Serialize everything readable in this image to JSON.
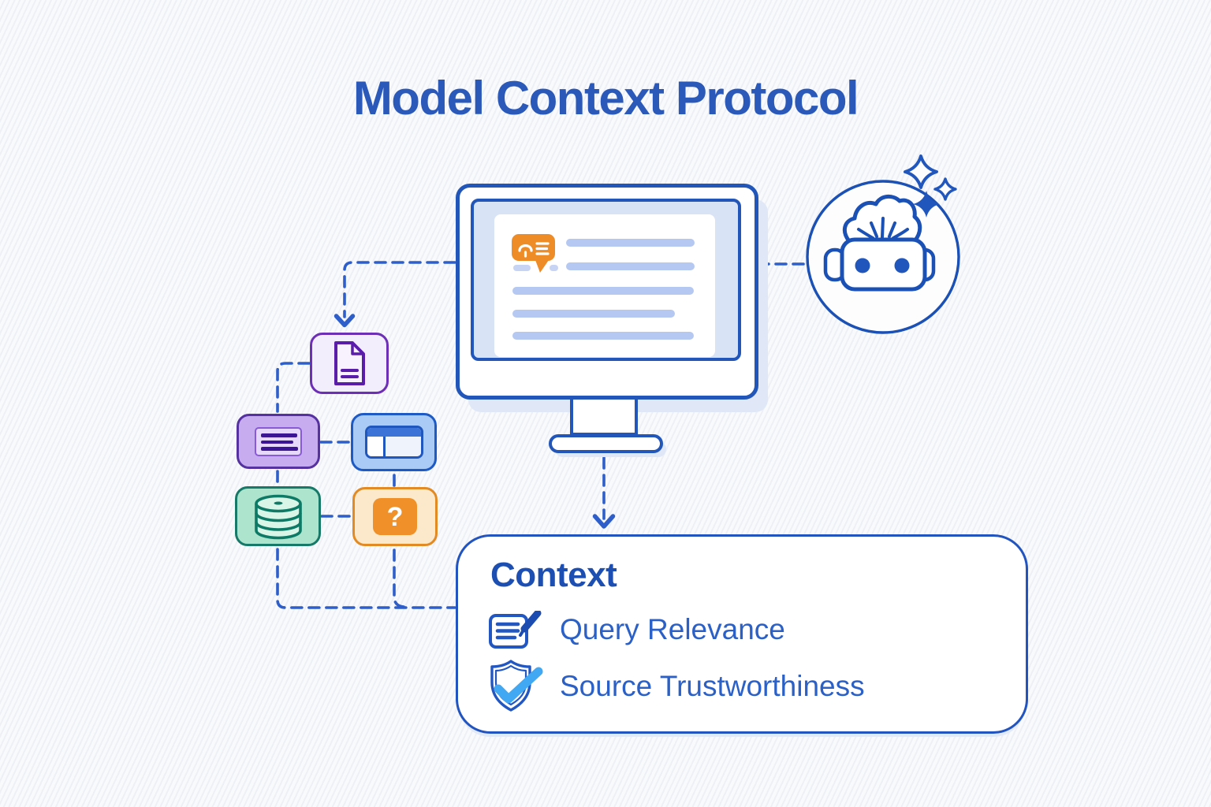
{
  "title": "Model Context Protocol",
  "colors": {
    "primary_blue": "#2256b8",
    "dash_blue": "#2e5ec9",
    "title_blue": "#2b59ba",
    "screen_fill": "#d9e3f6",
    "doc_line_blue": "#b5c8f1",
    "orange": "#ee8c27",
    "purple_border": "#6c2fb5",
    "green_border": "#177a68",
    "check_blue": "#41a9f4"
  },
  "monitor": {
    "icon": "chat-bubble-icon"
  },
  "robot": {
    "icon": "robot-head-icon",
    "decor": "sparkles-icon"
  },
  "source_tiles": [
    {
      "name": "file-tile",
      "icon": "file-document-icon"
    },
    {
      "name": "text-tile",
      "icon": "text-lines-icon"
    },
    {
      "name": "browser-tile",
      "icon": "browser-window-icon"
    },
    {
      "name": "database-tile",
      "icon": "database-icon"
    },
    {
      "name": "question-tile",
      "icon": "question-mark-icon",
      "glyph": "?"
    }
  ],
  "context_panel": {
    "title": "Context",
    "items": [
      {
        "icon": "document-pencil-icon",
        "label": "Query Relevance"
      },
      {
        "icon": "shield-check-icon",
        "label": "Source Trustworthiness"
      }
    ]
  }
}
